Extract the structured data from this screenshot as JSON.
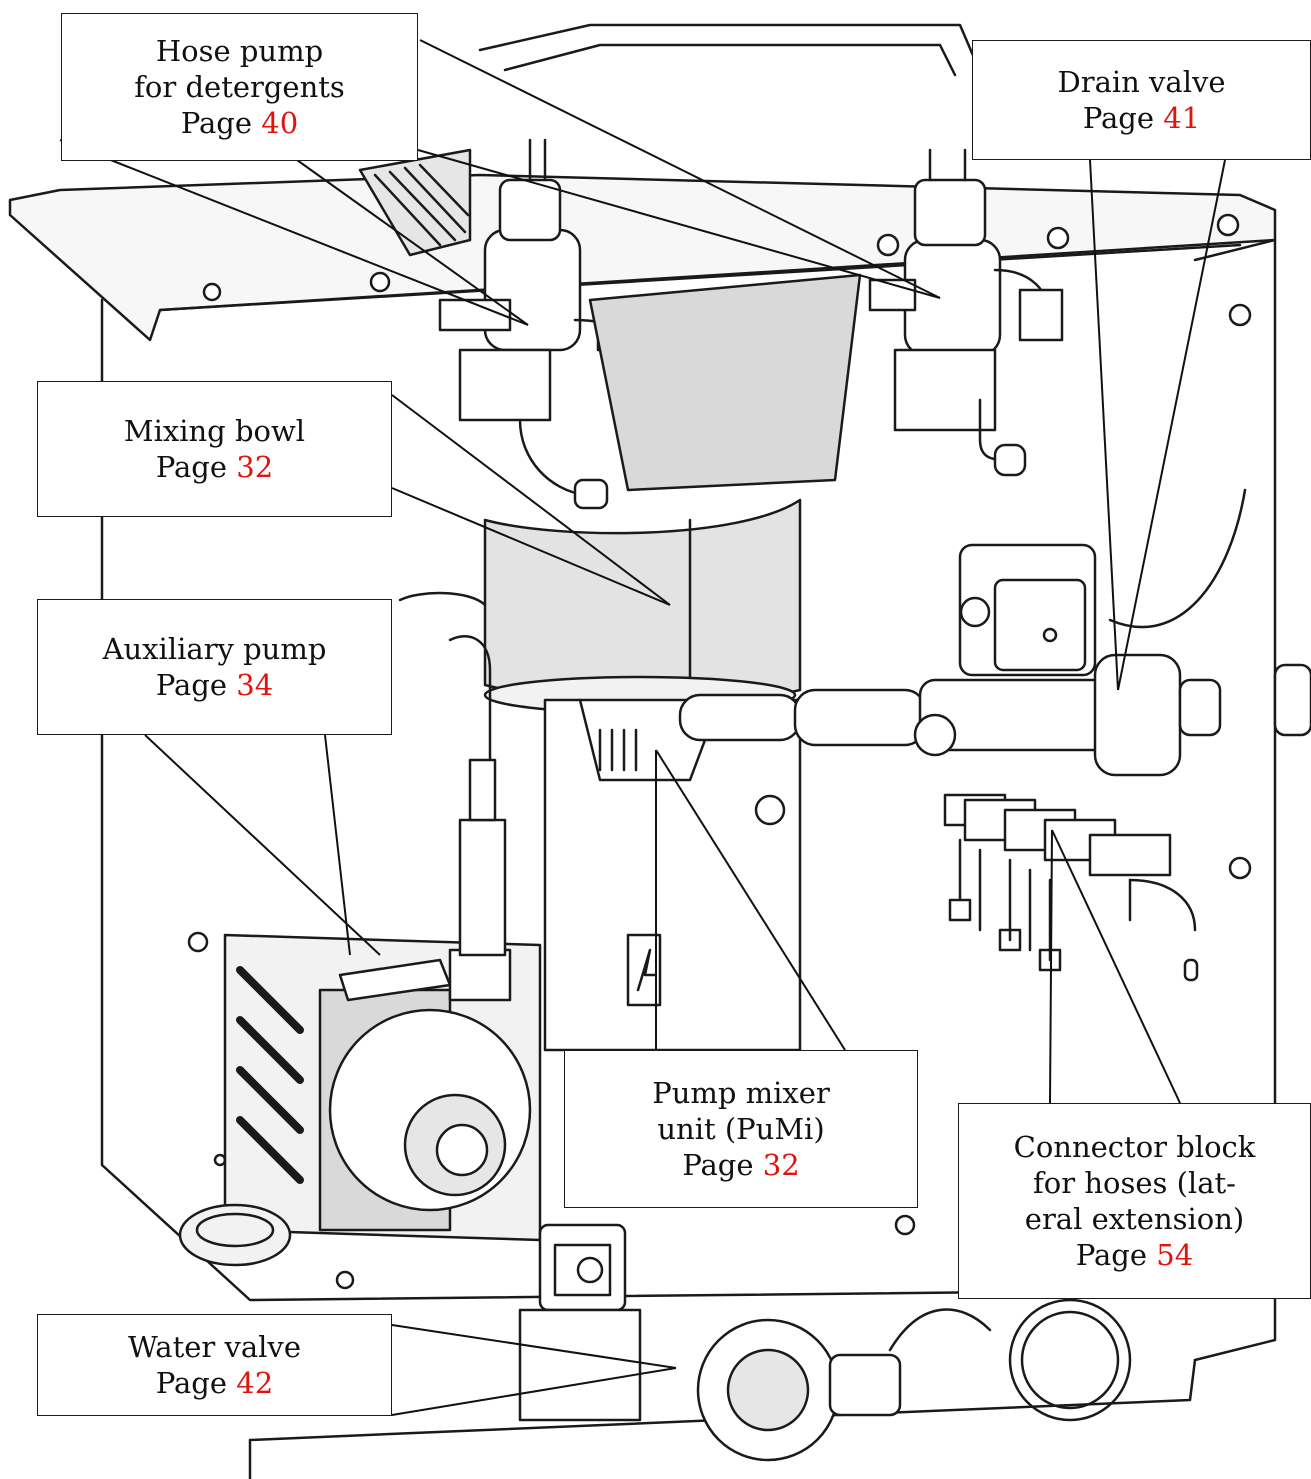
{
  "colors": {
    "line": "#1a1a1a",
    "page_ref": "#e0140b",
    "fill_gray": "#d9d9d9",
    "fill_light": "#f2f2f2"
  },
  "callouts": {
    "hose_pump": {
      "lines": [
        "Hose pump",
        "for detergents"
      ],
      "page_label": "Page",
      "page_number": "40"
    },
    "drain_valve": {
      "lines": [
        "Drain valve"
      ],
      "page_label": "Page",
      "page_number": "41"
    },
    "mixing_bowl": {
      "lines": [
        "Mixing bowl"
      ],
      "page_label": "Page",
      "page_number": "32"
    },
    "auxiliary_pump": {
      "lines": [
        "Auxiliary pump"
      ],
      "page_label": "Page",
      "page_number": "34"
    },
    "pump_mixer": {
      "lines": [
        "Pump mixer",
        "unit (PuMi)"
      ],
      "page_label": "Page",
      "page_number": "32"
    },
    "connector_block": {
      "lines": [
        "Connector block",
        "for hoses (lat-",
        "eral extension)"
      ],
      "page_label": "Page",
      "page_number": "54"
    },
    "water_valve": {
      "lines": [
        "Water valve"
      ],
      "page_label": "Page",
      "page_number": "42"
    }
  }
}
